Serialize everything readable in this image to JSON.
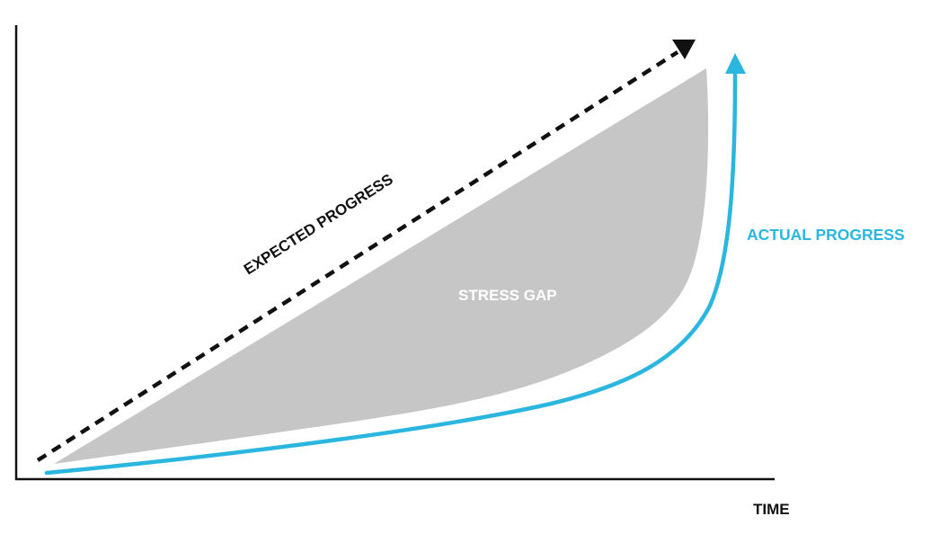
{
  "labels": {
    "expected_progress": "EXPECTED PROGRESS",
    "actual_progress": "ACTUAL PROGRESS",
    "stress_gap": "STRESS GAP",
    "time_axis": "TIME"
  },
  "colors": {
    "expected_line": "#111111",
    "actual_line": "#2bb6e0",
    "gap_fill": "#c6c6c6",
    "gap_text": "#ffffff",
    "axis": "#111111"
  },
  "icons": {
    "expected_arrow": "triangle-down-arrowhead",
    "actual_arrow": "triangle-up-arrowhead"
  }
}
